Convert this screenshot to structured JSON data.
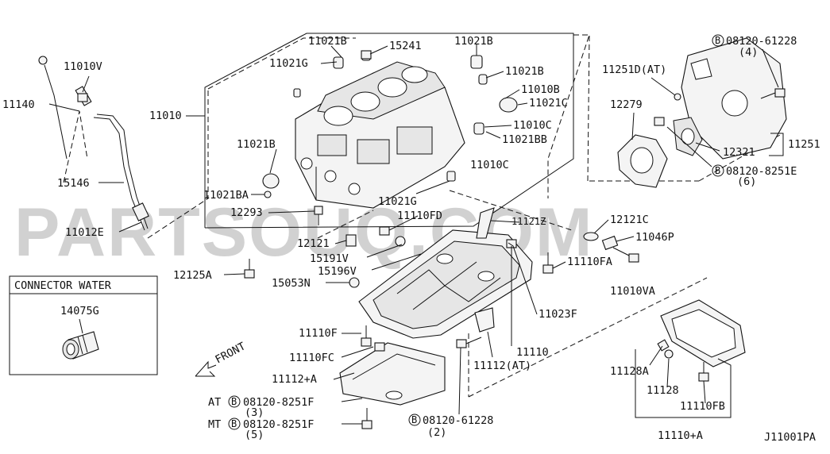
{
  "watermark": "PARTSOUQ.COM",
  "diagram_id": "J11001PA",
  "labels": {
    "p11140": "11140",
    "p11010V": "11010V",
    "p15146": "15146",
    "p11012E": "11012E",
    "p11010": "11010",
    "p11021G_a": "11021G",
    "p11021B_a": "11021B",
    "p15241": "15241",
    "p11021B_b": "11021B",
    "p11021B_c": "11021B",
    "p11010B": "11010B",
    "p11021C": "11021C",
    "p11010C": "11010C",
    "p11021BB": "11021BB",
    "p11021B_d": "11021B",
    "p11010C_b": "11010C",
    "p11021BA": "11021BA",
    "p11021G_b": "11021G",
    "p12293": "12293",
    "p11110FD": "11110FD",
    "p11121Z": "11121Z",
    "p12121": "12121",
    "p12121C": "12121C",
    "p11046P": "11046P",
    "p15191V": "15191V",
    "p15196V": "15196V",
    "p12125A": "12125A",
    "p15053N": "15053N",
    "p11110FA": "11110FA",
    "p11010VA": "11010VA",
    "p11023F": "11023F",
    "p11110F": "11110F",
    "p11110FC": "11110FC",
    "p11110": "11110",
    "p11112AT": "11112(AT)",
    "p11112A": "11112+A",
    "p11128A": "11128A",
    "p11128": "11128",
    "p11110FB": "11110FB",
    "p11110A": "11110+A",
    "p11251DAT": "11251D(AT)",
    "p12279": "12279",
    "p12321": "12321",
    "p11251": "11251",
    "p14075G": "14075G",
    "front": "FRONT"
  },
  "bolt_refs": {
    "top_right": {
      "code": "08120-61228",
      "qty": "(4)"
    },
    "mid_right": {
      "code": "08120-8251E",
      "qty": "(6)"
    },
    "bottom_mid": {
      "code": "08120-61228",
      "qty": "(2)"
    },
    "at": {
      "prefix": "AT",
      "code": "08120-8251F",
      "qty": "(3)"
    },
    "mt": {
      "prefix": "MT",
      "code": "08120-8251F",
      "qty": "(5)"
    }
  },
  "connector_box": {
    "title": "CONNECTOR WATER"
  }
}
